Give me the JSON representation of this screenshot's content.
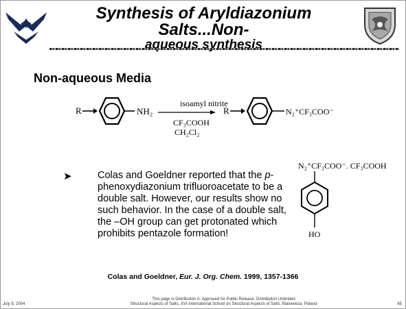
{
  "header": {
    "title_line1": "Synthesis of Aryldiazonium Salts...Non-",
    "title_line2": "aqueous synthesis",
    "logo_left": "air-force-wings-logo",
    "crest_right": "afrl-crest-logo"
  },
  "section": {
    "title": "Non-aqueous Media"
  },
  "reaction": {
    "reactant_r": "R",
    "reactant_group": "NH₂",
    "reagent_above": "isoamyl nitrite",
    "reagent_below1": "CF₃COOH",
    "reagent_below2": "CH₂Cl₂",
    "product_r": "R",
    "product_group": "N₂⁺CF₃COO⁻"
  },
  "bullet": {
    "marker": "➤",
    "text_before_italic": "Colas and Goeldner reported that the ",
    "italic": "p",
    "text_after_italic": "-phenoxydiazonium trifluoroacetate to be a double salt.  However, our results show no such behavior. In the case of a double salt, the –OH group can get protonated which prohibits pentazole formation!"
  },
  "side_structure": {
    "top_label": "N₂⁺CF₃COO⁻. CF₃COOH",
    "bottom_label": "HO"
  },
  "citation": {
    "authors": "Colas and Goeldner, ",
    "journal": "Eur. J. Org. Chem.",
    "details": " 1999, 1357-1366"
  },
  "footer": {
    "date": "July 9, 2004",
    "line1": "This page is Distribution A: Approved for Public Release, Distribution Unlimited",
    "line2": "Structural Aspects of Salts, XVI International School on Structural Aspects of Salts, Bialowieza, Poland",
    "page": "65"
  }
}
